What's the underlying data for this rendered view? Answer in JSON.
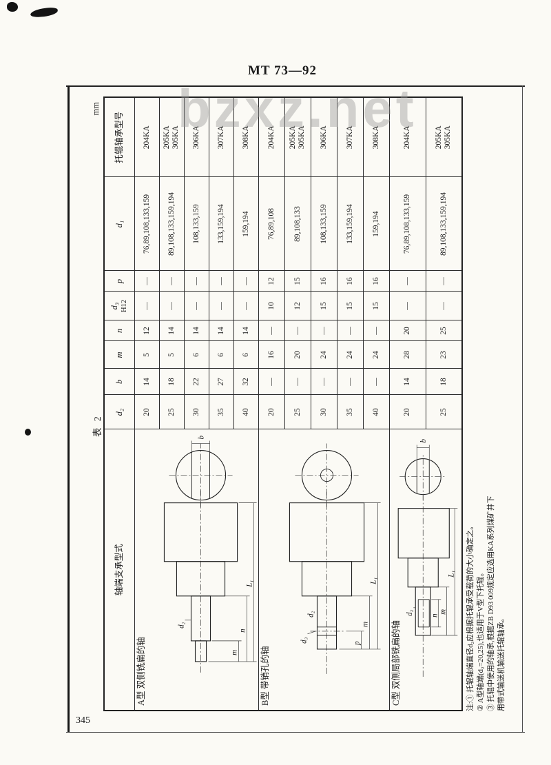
{
  "page": {
    "doc_number": "MT 73—92",
    "unit_label": "mm",
    "table_label": "表 2",
    "page_number": "345",
    "watermark": "bzxz.net"
  },
  "table": {
    "headers": {
      "support": "轴端支承型式",
      "d2": "d₂",
      "b": "b",
      "m": "m",
      "n": "n",
      "d3": "d₃",
      "d3_tol": "H12",
      "p": "p",
      "d1": "d₁",
      "bearing": "托辊轴承型号"
    },
    "groups": [
      {
        "id": "A",
        "label": "A型 双侧铣扁的轴",
        "rows": [
          {
            "d2": "20",
            "b": "14",
            "m": "5",
            "n": "12",
            "d3": "—",
            "p": "—",
            "d1": "76,89,108,133,159",
            "bearing": "204KA"
          },
          {
            "d2": "25",
            "b": "18",
            "m": "5",
            "n": "14",
            "d3": "—",
            "p": "—",
            "d1": "89,108,133,159,194",
            "bearing": "205KA\n305KA"
          },
          {
            "d2": "30",
            "b": "22",
            "m": "6",
            "n": "14",
            "d3": "—",
            "p": "—",
            "d1": "108,133,159",
            "bearing": "306KA"
          },
          {
            "d2": "35",
            "b": "27",
            "m": "6",
            "n": "14",
            "d3": "—",
            "p": "—",
            "d1": "133,159,194",
            "bearing": "307KA"
          },
          {
            "d2": "40",
            "b": "32",
            "m": "6",
            "n": "14",
            "d3": "—",
            "p": "—",
            "d1": "159,194",
            "bearing": "308KA"
          }
        ]
      },
      {
        "id": "B",
        "label": "B型 带销孔的轴",
        "rows": [
          {
            "d2": "20",
            "b": "—",
            "m": "16",
            "n": "—",
            "d3": "10",
            "p": "12",
            "d1": "76,89,108",
            "bearing": "204KA"
          },
          {
            "d2": "25",
            "b": "—",
            "m": "20",
            "n": "—",
            "d3": "12",
            "p": "15",
            "d1": "89,108,133",
            "bearing": "205KA\n305KA"
          },
          {
            "d2": "30",
            "b": "—",
            "m": "24",
            "n": "—",
            "d3": "15",
            "p": "16",
            "d1": "108,133,159",
            "bearing": "306KA"
          },
          {
            "d2": "35",
            "b": "—",
            "m": "24",
            "n": "—",
            "d3": "15",
            "p": "16",
            "d1": "133,159,194",
            "bearing": "307KA"
          },
          {
            "d2": "40",
            "b": "—",
            "m": "24",
            "n": "—",
            "d3": "15",
            "p": "16",
            "d1": "159,194",
            "bearing": "308KA"
          }
        ]
      },
      {
        "id": "C",
        "label": "C型 双侧局部铣扁的轴",
        "rows": [
          {
            "d2": "20",
            "b": "14",
            "m": "28",
            "n": "20",
            "d3": "—",
            "p": "—",
            "d1": "76,89,108,133,159",
            "bearing": "204KA"
          },
          {
            "d2": "25",
            "b": "18",
            "m": "23",
            "n": "25",
            "d3": "—",
            "p": "—",
            "d1": "89,108,133,159,194",
            "bearing": "205KA\n305KA"
          }
        ]
      }
    ]
  },
  "dims": {
    "m": "m",
    "n": "n",
    "p": "p",
    "b": "b",
    "d2": "d₂",
    "d3": "d₃",
    "L1": "L₁"
  },
  "notes": [
    "注:① 托辊轴端直径d₂应根据托辊承受载荷的大小确定之。",
    "② A型轴端(d₂=20,25),也适用于V型下托辊。",
    "③ 托辊中使用的轴承,根据ZB D93 009规定应选用KA系列煤矿井下用带式输送机输送托辊轴承。"
  ]
}
